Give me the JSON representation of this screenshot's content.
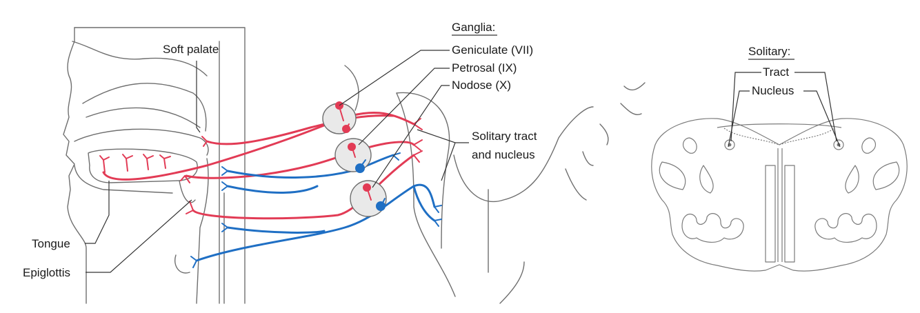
{
  "labels": {
    "soft_palate": "Soft palate",
    "tongue": "Tongue",
    "epiglottis": "Epiglottis",
    "ganglia_title": "Ganglia:",
    "geniculate": "Geniculate (VII)",
    "petrosal": "Petrosal (IX)",
    "nodose": "Nodose (X)",
    "solitary_tract_line1": "Solitary tract",
    "solitary_tract_line2": "and nucleus",
    "solitary_title": "Solitary:",
    "tract": "Tract",
    "nucleus": "Nucleus"
  },
  "colors": {
    "taste_afferent": "#e23b55",
    "visceral_afferent": "#1f6fc4",
    "outline": "#6e6e6e",
    "ganglion_fill": "#e9e9e9"
  }
}
